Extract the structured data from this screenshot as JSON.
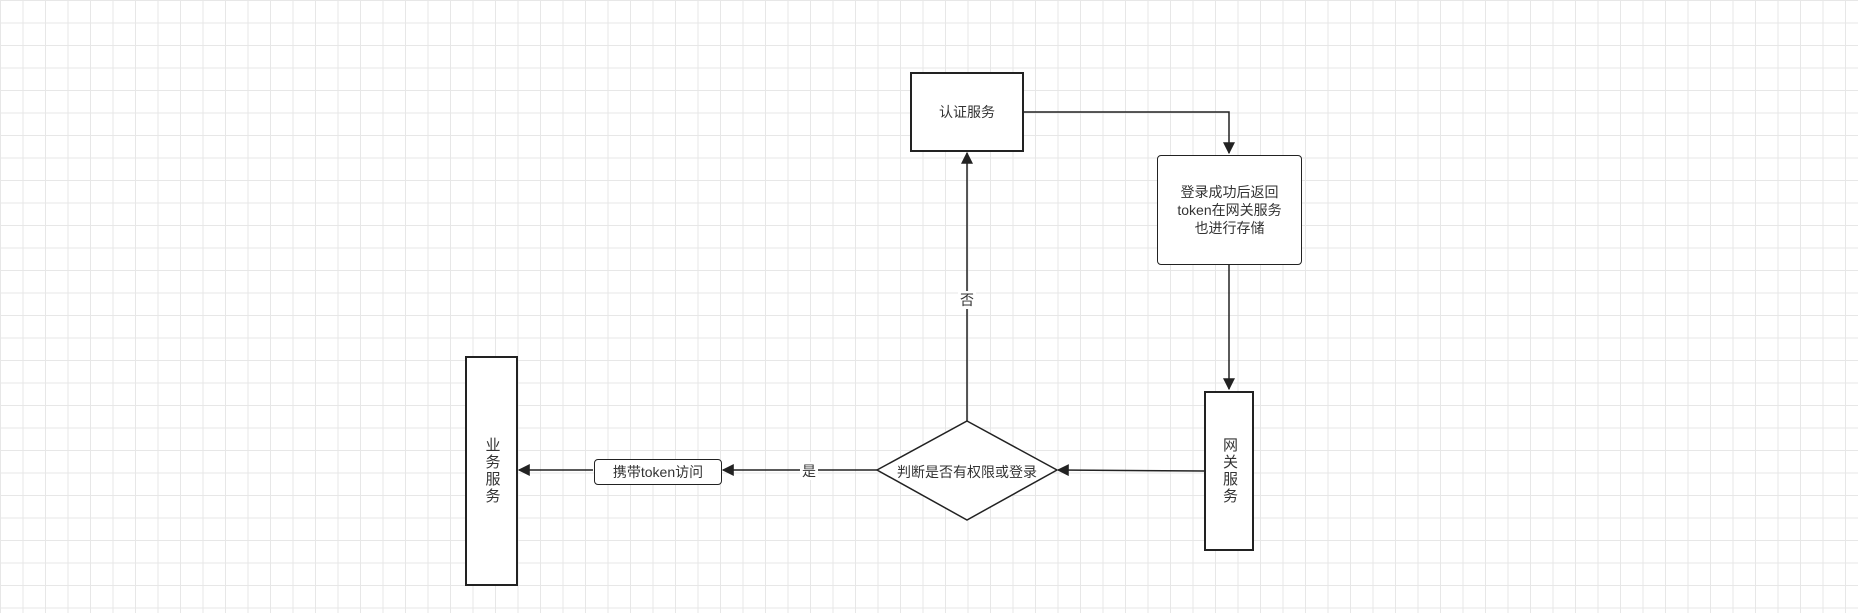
{
  "nodes": {
    "auth_service": "认证服务",
    "login_store": "登录成功后返回\ntoken在网关服务\n也进行存储",
    "gateway": "网关服务",
    "decision": "判断是否有权限或登录",
    "token_access": "携带token访问",
    "business": "业务服务"
  },
  "edge_labels": {
    "no": "否",
    "yes": "是"
  },
  "colors": {
    "stroke": "#222222",
    "grid": "#e7e7e7",
    "background": "#ffffff"
  }
}
